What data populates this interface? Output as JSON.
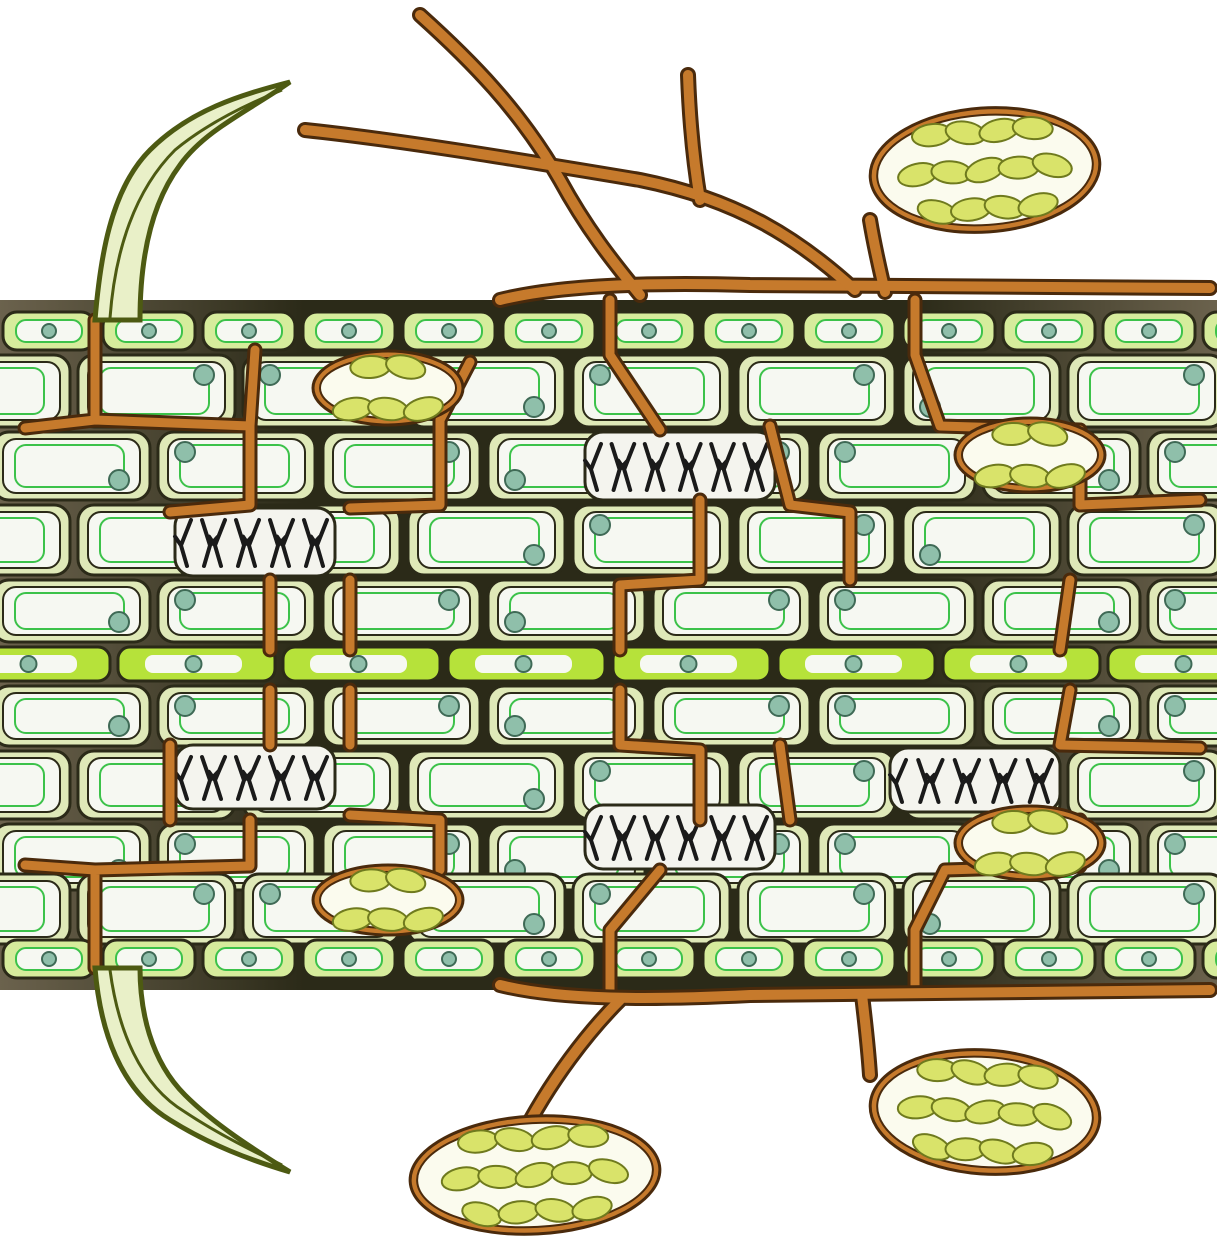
{
  "colors": {
    "background": "#ffffff",
    "hypha_fill": "#c67a2c",
    "hypha_outline": "#4a2a0c",
    "cell_wall": "#dfe9b8",
    "cell_inner": "#f6f8f2",
    "vacuole_line": "#3cc24a",
    "nucleus": "#8fbfaa",
    "nucleus_outline": "#3f6a56",
    "outer_cell": "#d6ec9c",
    "central_strand": "#b6e23a",
    "spore_fill": "#d9e36a",
    "spore_outline": "#6f7a1e",
    "arbuscule": "#1a1a1a",
    "peach_tint": "#f6dcc0",
    "hair_fill": "#e9f0c8",
    "hair_outline": "#4d5a12"
  },
  "structures": {
    "hyphae": "brown-hypha",
    "vesicles": "spore-vesicle",
    "arbuscules": "arbuscule-coil",
    "cells": "cortical-cell",
    "root_hairs": "root-hair"
  }
}
